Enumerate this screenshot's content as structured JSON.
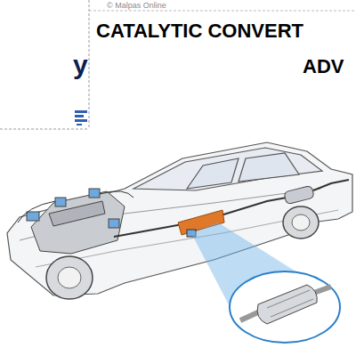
{
  "diagram": {
    "title": "CATALYTIC CONVERT",
    "labels": [
      "© Malpas Online",
      "ADV",
      "y"
    ]
  }
}
